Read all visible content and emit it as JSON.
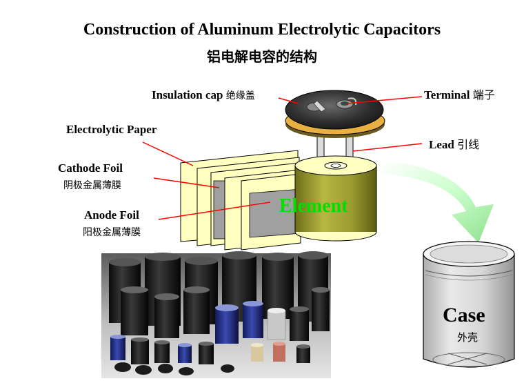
{
  "title": "Construction of Aluminum Electrolytic Capacitors",
  "subtitle": "铝电解电容的结构",
  "labels": {
    "insulation_cap": "Insulation cap",
    "insulation_cap_cn": "绝缘盖",
    "terminal": "Terminal",
    "terminal_cn": "端子",
    "electrolytic_paper": "Electrolytic Paper",
    "cathode_foil": "Cathode Foil",
    "cathode_foil_cn": "阴极金属薄膜",
    "anode_foil": "Anode Foil",
    "anode_foil_cn": "阳极金属薄膜",
    "lead": "Lead",
    "lead_cn": "引线",
    "element": "Element",
    "case": "Case",
    "case_cn": "外壳"
  },
  "colors": {
    "paper": "#ffffc0",
    "foil": "#a0a0a0",
    "element_body": "#9a9a30",
    "element_text": "#00e000",
    "leader_line": "#ff0000",
    "arrow": "#ccffcc",
    "cap_disk": "#2a2a2a",
    "cap_ring": "#e8b040"
  }
}
